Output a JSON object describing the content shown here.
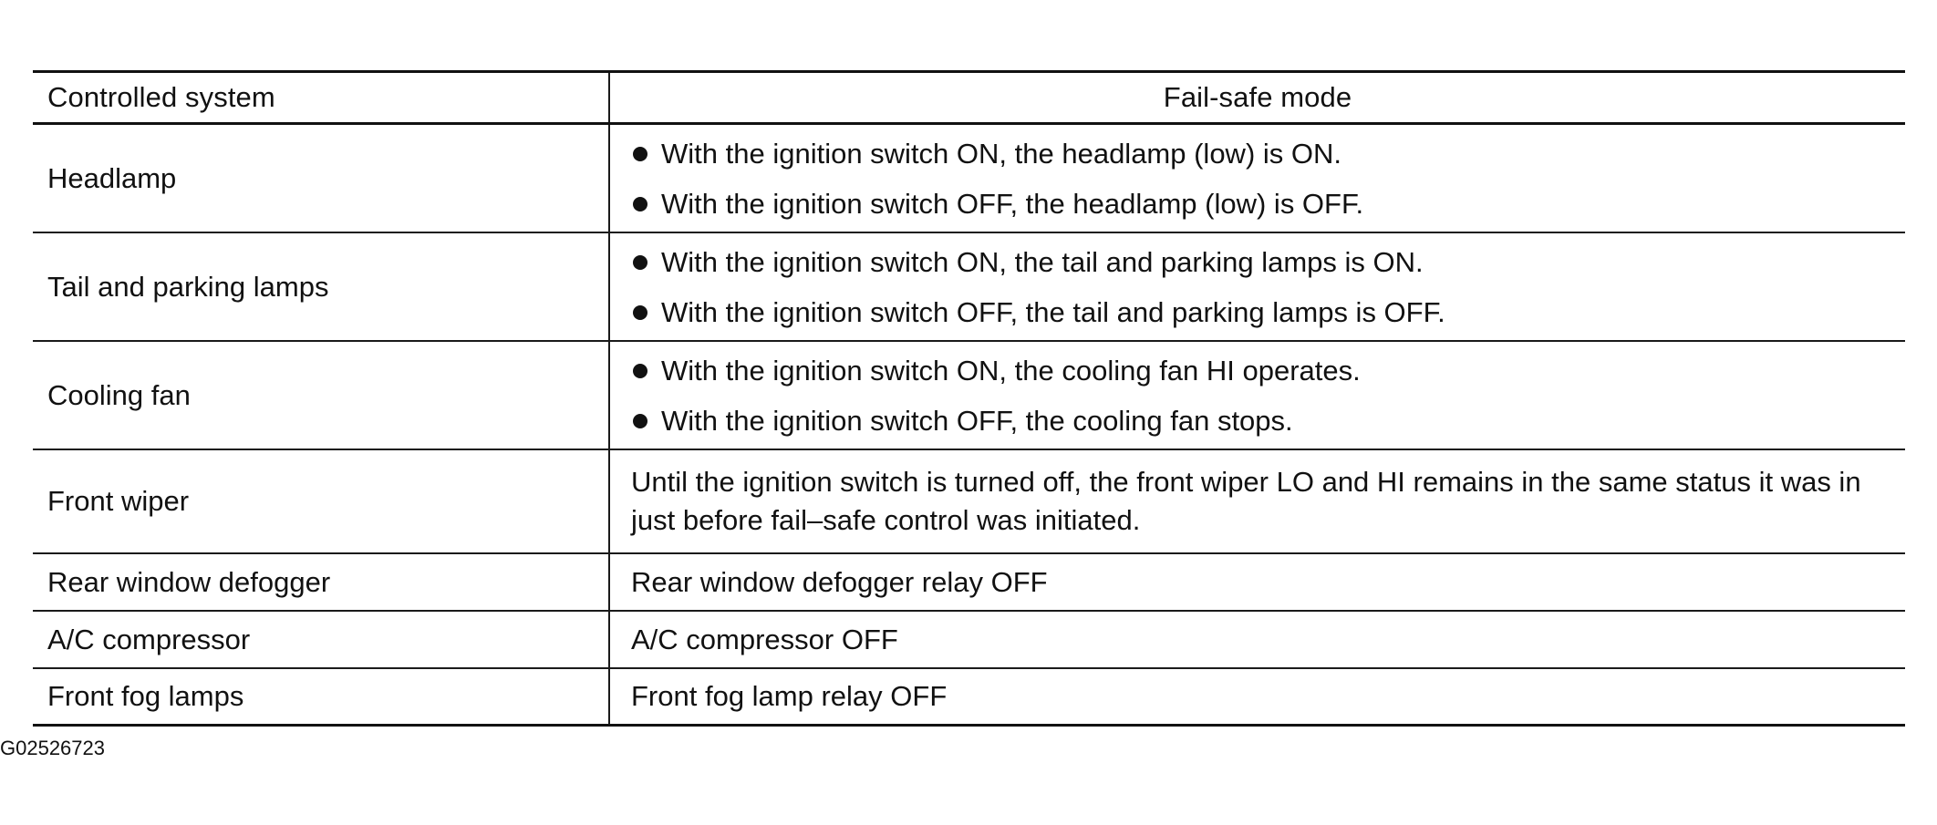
{
  "table": {
    "header": {
      "col1": "Controlled system",
      "col2": "Fail-safe mode"
    },
    "rows": [
      {
        "system": "Headlamp",
        "bullets": [
          "With the ignition switch ON, the headlamp (low) is ON.",
          "With the ignition switch OFF, the headlamp (low) is OFF."
        ]
      },
      {
        "system": "Tail and parking lamps",
        "bullets": [
          "With the ignition switch ON, the tail and parking lamps is ON.",
          "With the ignition switch OFF, the tail and parking lamps is OFF."
        ]
      },
      {
        "system": "Cooling fan",
        "bullets": [
          "With the ignition switch ON, the cooling fan HI operates.",
          "With the ignition switch OFF, the cooling fan stops."
        ]
      },
      {
        "system": "Front wiper",
        "text": "Until the ignition switch is turned off, the front wiper LO and HI remains in the same status it was in just before fail–safe control was initiated."
      },
      {
        "system": "Rear window defogger",
        "text": "Rear window defogger relay OFF"
      },
      {
        "system": "A/C compressor",
        "text": "A/C compressor OFF"
      },
      {
        "system": "Front fog lamps",
        "text": "Front fog lamp relay OFF"
      }
    ]
  },
  "figure_code": "G02526723"
}
